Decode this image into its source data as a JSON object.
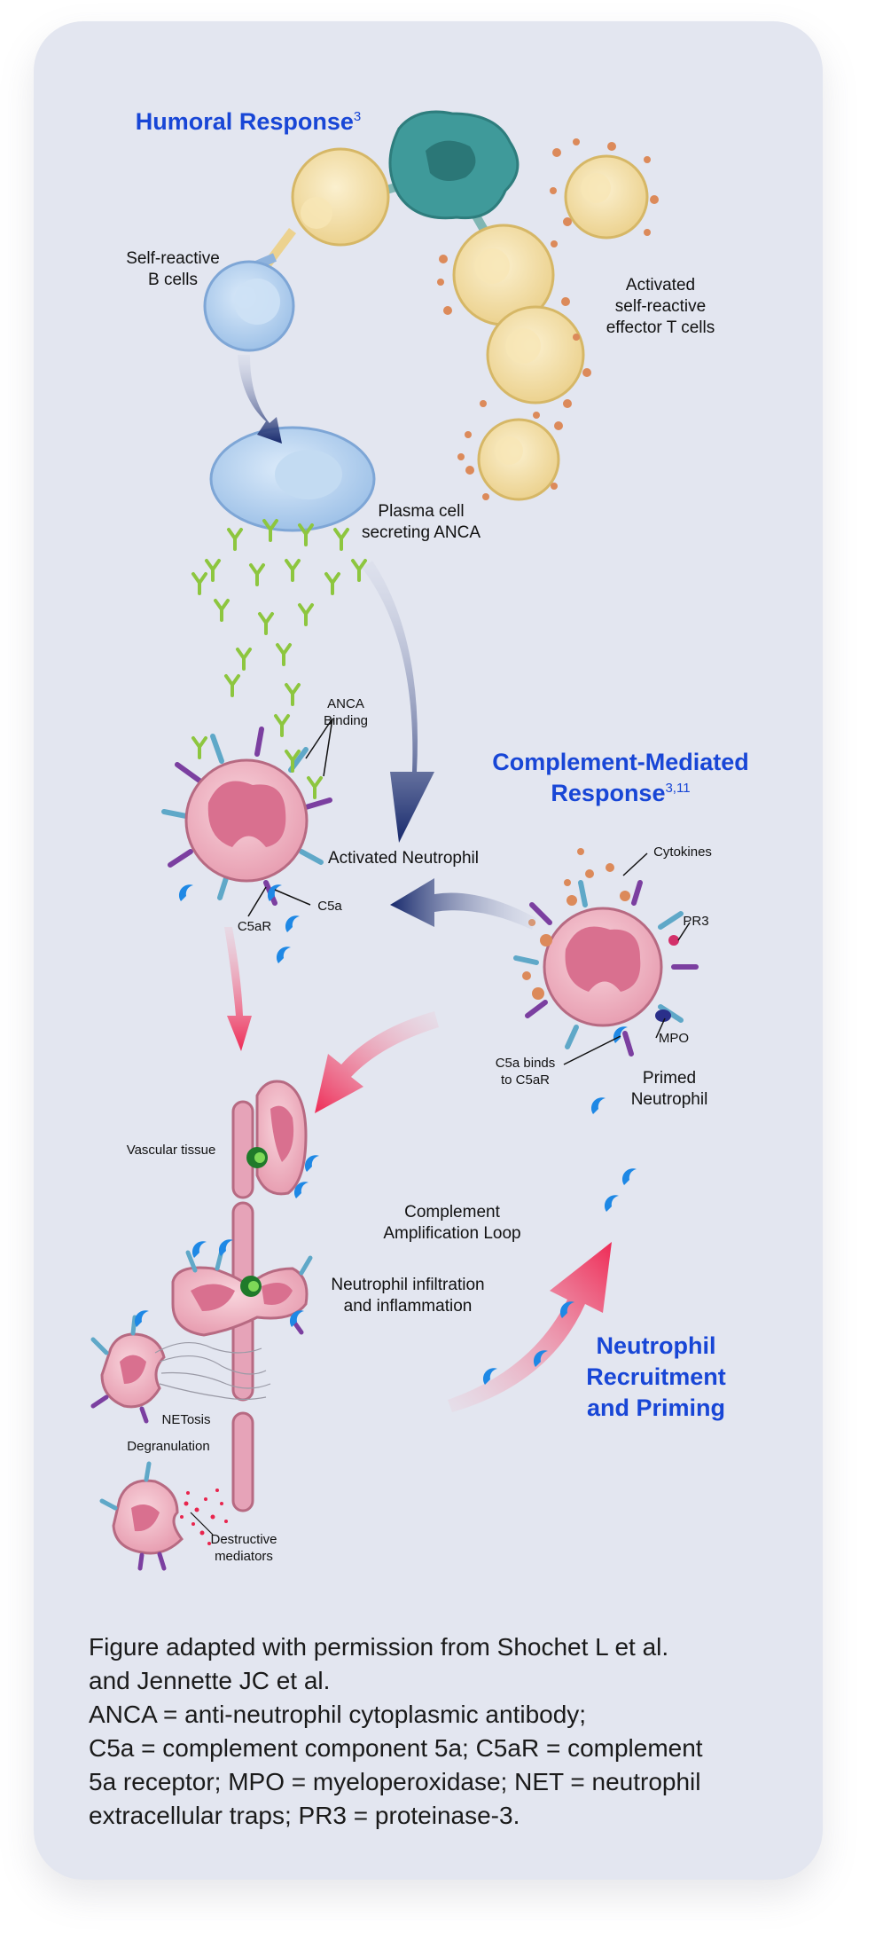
{
  "headings": {
    "humoral": "Humoral Response",
    "humoral_ref": "3",
    "complement_line1": "Complement-Mediated",
    "complement_line2": "Response",
    "complement_ref": "3,11",
    "recruit_line1": "Neutrophil",
    "recruit_line2": "Recruitment",
    "recruit_line3": "and Priming"
  },
  "labels": {
    "b_cells_1": "Self-reactive",
    "b_cells_2": "B cells",
    "t_cells_1": "Activated",
    "t_cells_2": "self-reactive",
    "t_cells_3": "effector T cells",
    "plasma_1": "Plasma cell",
    "plasma_2": "secreting ANCA",
    "anca_binding_1": "ANCA",
    "anca_binding_2": "Binding",
    "activated_neutrophil": "Activated Neutrophil",
    "c5a": "C5a",
    "c5ar": "C5aR",
    "cytokines": "Cytokines",
    "pr3": "PR3",
    "mpo": "MPO",
    "c5a_binds_1": "C5a binds",
    "c5a_binds_2": "to C5aR",
    "primed_1": "Primed",
    "primed_2": "Neutrophil",
    "vascular": "Vascular tissue",
    "loop_1": "Complement",
    "loop_2": "Amplification Loop",
    "infiltration_1": "Neutrophil infiltration",
    "infiltration_2": "and inflammation",
    "netosis": "NETosis",
    "degranulation": "Degranulation",
    "destructive_1": "Destructive",
    "destructive_2": "mediators"
  },
  "caption": "Figure adapted with permission from Shochet L et al.\nand Jennette JC et al.\nANCA = anti-neutrophil cytoplasmic antibody;\nC5a = complement component 5a; C5aR = complement\n5a receptor; MPO = myeloperoxidase; NET = neutrophil\nextracellular traps; PR3 = proteinase-3.",
  "colors": {
    "card_bg": "#e3e6f0",
    "heading_blue": "#1846d6",
    "t_cell_yellow": "#f2dca0",
    "b_cell_blue": "#b9d3ef",
    "neutrophil_pink": "#efb5c3",
    "nucleus_pink": "#d9708f",
    "antibody_green": "#8dc63f",
    "arrow_navy": "#16286b",
    "arrow_red": "#ee2a55",
    "c5a_blue": "#1e88e5",
    "vessel_pink": "#e6a3b8"
  }
}
